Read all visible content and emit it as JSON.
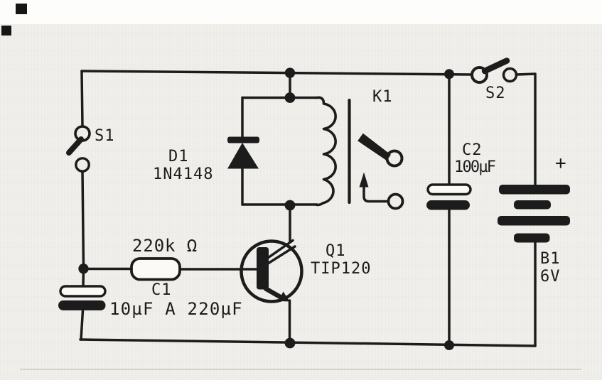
{
  "figure": {
    "type": "circuit-schematic",
    "ink_color": "#1c1c1c",
    "paper_color": "#f2f1ed"
  },
  "components": {
    "s1": {
      "ref": "S1"
    },
    "s2": {
      "ref": "S2"
    },
    "d1": {
      "ref": "D1",
      "part": "1N4148"
    },
    "k1": {
      "ref": "K1"
    },
    "c2": {
      "ref": "C2",
      "value": "100µF"
    },
    "b1": {
      "ref": "B1",
      "value": "6V",
      "polarity": "+"
    },
    "r1": {
      "value": "220k Ω"
    },
    "c1": {
      "ref": "C1",
      "value": "10µF A 220µF"
    },
    "q1": {
      "ref": "Q1",
      "part": "TIP120"
    }
  }
}
